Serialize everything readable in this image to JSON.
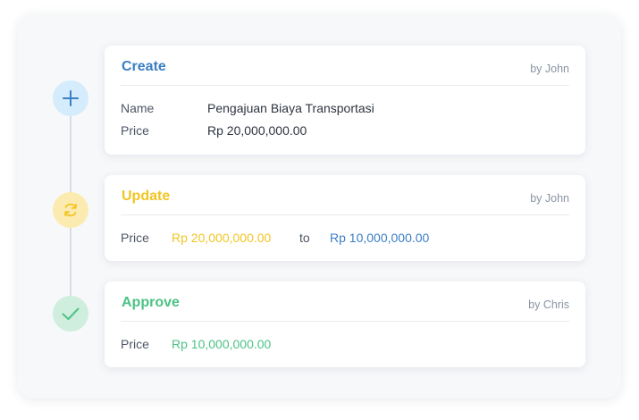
{
  "activity": {
    "create": {
      "title": "Create",
      "by": "by John",
      "fields": [
        {
          "label": "Name",
          "value": "Pengajuan Biaya Transportasi"
        },
        {
          "label": "Price",
          "value": "Rp 20,000,000.00"
        }
      ],
      "icon": "plus-icon",
      "color": "#3b7fc4"
    },
    "update": {
      "title": "Update",
      "by": "by John",
      "label": "Price",
      "from": "Rp 20,000,000.00",
      "connector": "to",
      "to": "Rp 10,000,000.00",
      "icon": "refresh-icon",
      "color": "#f2c523"
    },
    "approve": {
      "title": "Approve",
      "by": "by Chris",
      "label": "Price",
      "value": "Rp 10,000,000.00",
      "icon": "check-icon",
      "color": "#4cc285"
    }
  }
}
